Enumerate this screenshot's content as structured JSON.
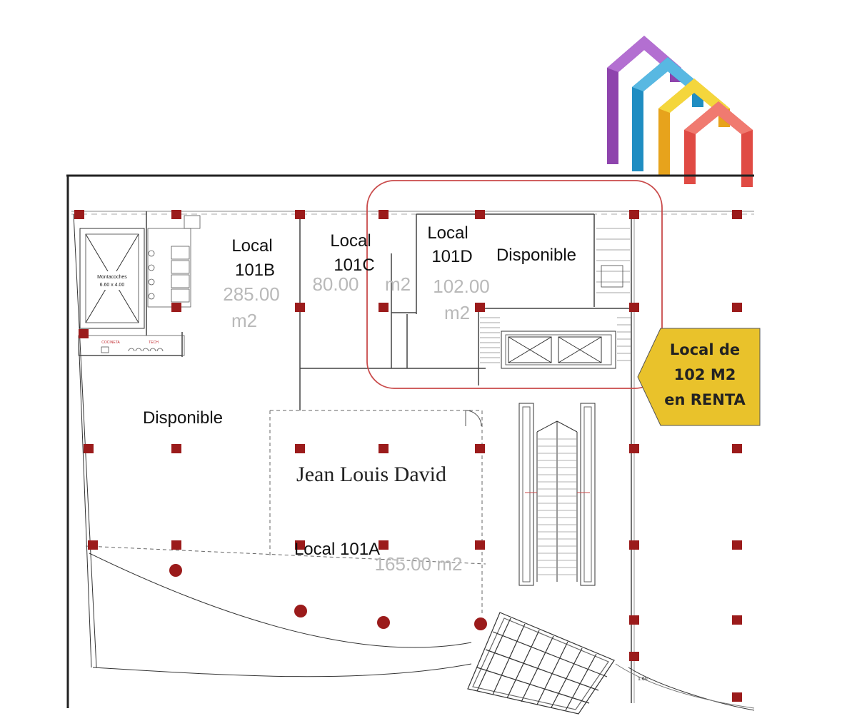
{
  "logo": {
    "name": "house-arches-logo",
    "colors": [
      "#8e44ad",
      "#2e9bd0",
      "#f2c12e",
      "#e8554e"
    ]
  },
  "callout": {
    "line1": "Local de",
    "line2": "102 M2",
    "line3": "en RENTA",
    "fill": "#e9c22b"
  },
  "highlight_color": "#c94a4a",
  "column_color": "#9b1b1b",
  "units": {
    "b": {
      "title": "Local",
      "code": "101B",
      "area": "285.00",
      "unit": "m2"
    },
    "c": {
      "title": "Local",
      "code": "101C",
      "area": "80.00",
      "unit": "m2"
    },
    "d": {
      "title": "Local",
      "code": "101D",
      "status": "Disponible",
      "area": "102.00",
      "unit": "m2"
    },
    "a": {
      "label": "Local 101A",
      "area": "165.00  m2",
      "tenant": "Jean Louis David"
    },
    "left": {
      "status": "Disponible"
    }
  },
  "service": {
    "lift": "Montacoches",
    "lift_size": "6.60 x 4.00",
    "cocineta": "COCINETA",
    "tech": "TECH"
  },
  "dimension_mark": "1.60"
}
